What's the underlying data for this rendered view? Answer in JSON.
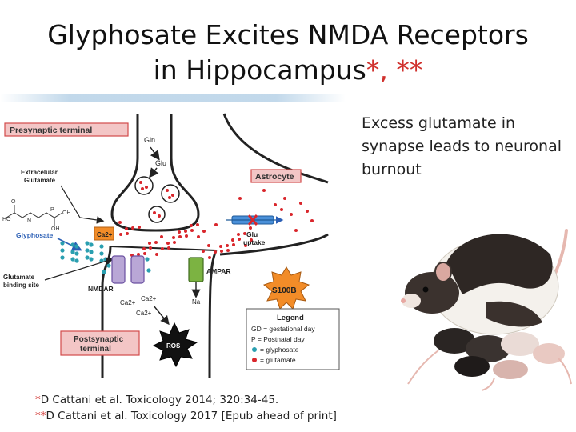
{
  "title": {
    "line1": "Glyphosate Excites NMDA Receptors",
    "line2_text": "in Hippocampus",
    "line2_stars": "*, **"
  },
  "side_text": "Excess glutamate in synapse leads to neuronal burnout",
  "diagram": {
    "presynaptic_label": "Presynaptic terminal",
    "postsynaptic_label_1": "Postsynaptic",
    "postsynaptic_label_2": "terminal",
    "astrocyte_label": "Astrocyte",
    "gln_label": "Gln",
    "glu_label": "Glu",
    "extracellular_1": "Extracelular",
    "extracellular_2": "Glutamate",
    "glyphosate_label": "Glyphosate",
    "binding_site_1": "Glutamate",
    "binding_site_2": "binding site",
    "ca_in_label": "Ca2+",
    "nmdar_label": "NMDAR",
    "ampar_label": "AMPAR",
    "na_label": "Na+",
    "ca_label_1": "Ca2+",
    "ca_label_2": "Ca2+",
    "ca_label_3": "Ca2+",
    "glu_uptake_1": "Glu",
    "glu_uptake_2": "uptake",
    "s100b_label": "S100B",
    "ros_label": "ROS",
    "legend": {
      "title": "Legend",
      "items": [
        "GD = gestational day",
        "P = Postnatal day",
        "= glyphosate",
        "= glutamate"
      ]
    },
    "colors": {
      "glutamate": "#d9262c",
      "glyphosate": "#2a9fb0",
      "label_box": "#f3c6c6",
      "label_border": "#d24a4a",
      "nmdar": "#b9a7d6",
      "ampar": "#7cb342",
      "s100b": "#f28c28",
      "transporter": "#4a90d9"
    }
  },
  "references": {
    "ref1_star": "*",
    "ref1_text": "D Cattani et al. Toxicology 2014; 320:34-45.",
    "ref2_star": "**",
    "ref2_text": "D Cattani et al. Toxicology 2017 [Epub ahead of print]"
  }
}
